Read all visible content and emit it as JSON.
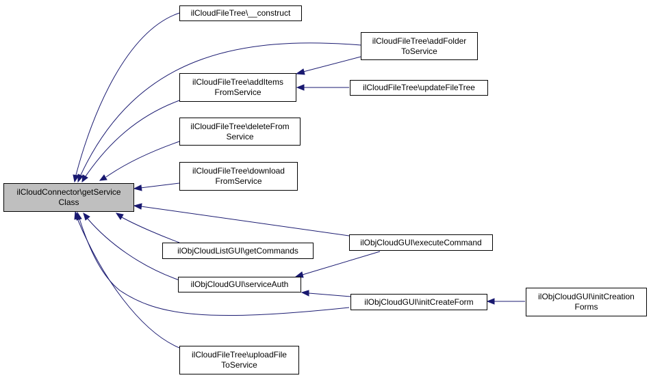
{
  "colors": {
    "edge": "#191970",
    "root_fill": "#bfbfbf",
    "node_fill": "#ffffff",
    "border": "#000000"
  },
  "nodes": [
    {
      "id": "root",
      "lines": [
        "ilCloudConnector\\getService",
        "Class"
      ],
      "root": true
    },
    {
      "id": "construct",
      "lines": [
        "ilCloudFileTree\\__construct"
      ]
    },
    {
      "id": "addFolder",
      "lines": [
        "ilCloudFileTree\\addFolder",
        "ToService"
      ]
    },
    {
      "id": "addItems",
      "lines": [
        "ilCloudFileTree\\addItems",
        "FromService"
      ]
    },
    {
      "id": "updateFileTree",
      "lines": [
        "ilCloudFileTree\\updateFileTree"
      ]
    },
    {
      "id": "deleteFrom",
      "lines": [
        "ilCloudFileTree\\deleteFrom",
        "Service"
      ]
    },
    {
      "id": "download",
      "lines": [
        "ilCloudFileTree\\download",
        "FromService"
      ]
    },
    {
      "id": "executeCommand",
      "lines": [
        "ilObjCloudGUI\\executeCommand"
      ]
    },
    {
      "id": "getCommands",
      "lines": [
        "ilObjCloudListGUI\\getCommands"
      ]
    },
    {
      "id": "serviceAuth",
      "lines": [
        "ilObjCloudGUI\\serviceAuth"
      ]
    },
    {
      "id": "initCreateForm",
      "lines": [
        "ilObjCloudGUI\\initCreateForm"
      ]
    },
    {
      "id": "initCreationForms",
      "lines": [
        "ilObjCloudGUI\\initCreation",
        "Forms"
      ]
    },
    {
      "id": "uploadFile",
      "lines": [
        "ilCloudFileTree\\uploadFile",
        "ToService"
      ]
    }
  ]
}
